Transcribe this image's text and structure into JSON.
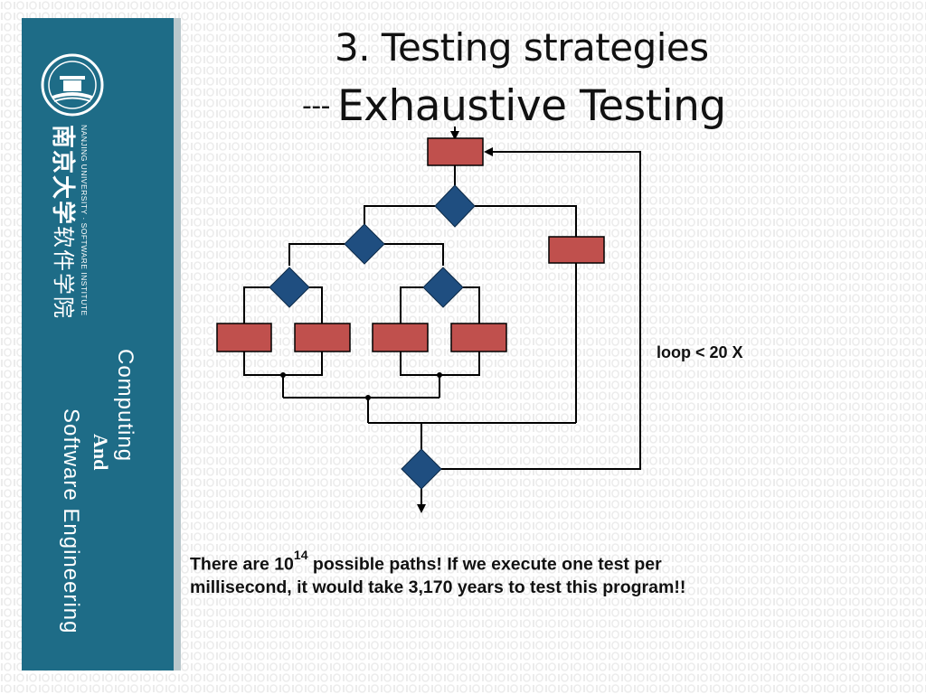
{
  "slide": {
    "title_line1": "3. Testing strategies",
    "title_line2_prefix": "---",
    "title_line2": "Exhaustive Testing"
  },
  "sidebar": {
    "university_cn": "南京大学",
    "university_en": "NANJING UNIVERSITY · SOFTWARE INSTITUTE",
    "institute_cn": "软件学院",
    "line_computing": "Computing",
    "line_and": "And",
    "line_software": "Software Engineering"
  },
  "diagram": {
    "loop_label": "loop < 20 X"
  },
  "note": {
    "part1": "There are 10",
    "exponent": "14",
    "part2": "possible paths! If we execute one test per millisecond, it would take 3,170 years to test this program!!"
  },
  "colors": {
    "sidebar": "#1e6c87",
    "process_box": "#c0504d",
    "decision": "#1f4e80"
  }
}
